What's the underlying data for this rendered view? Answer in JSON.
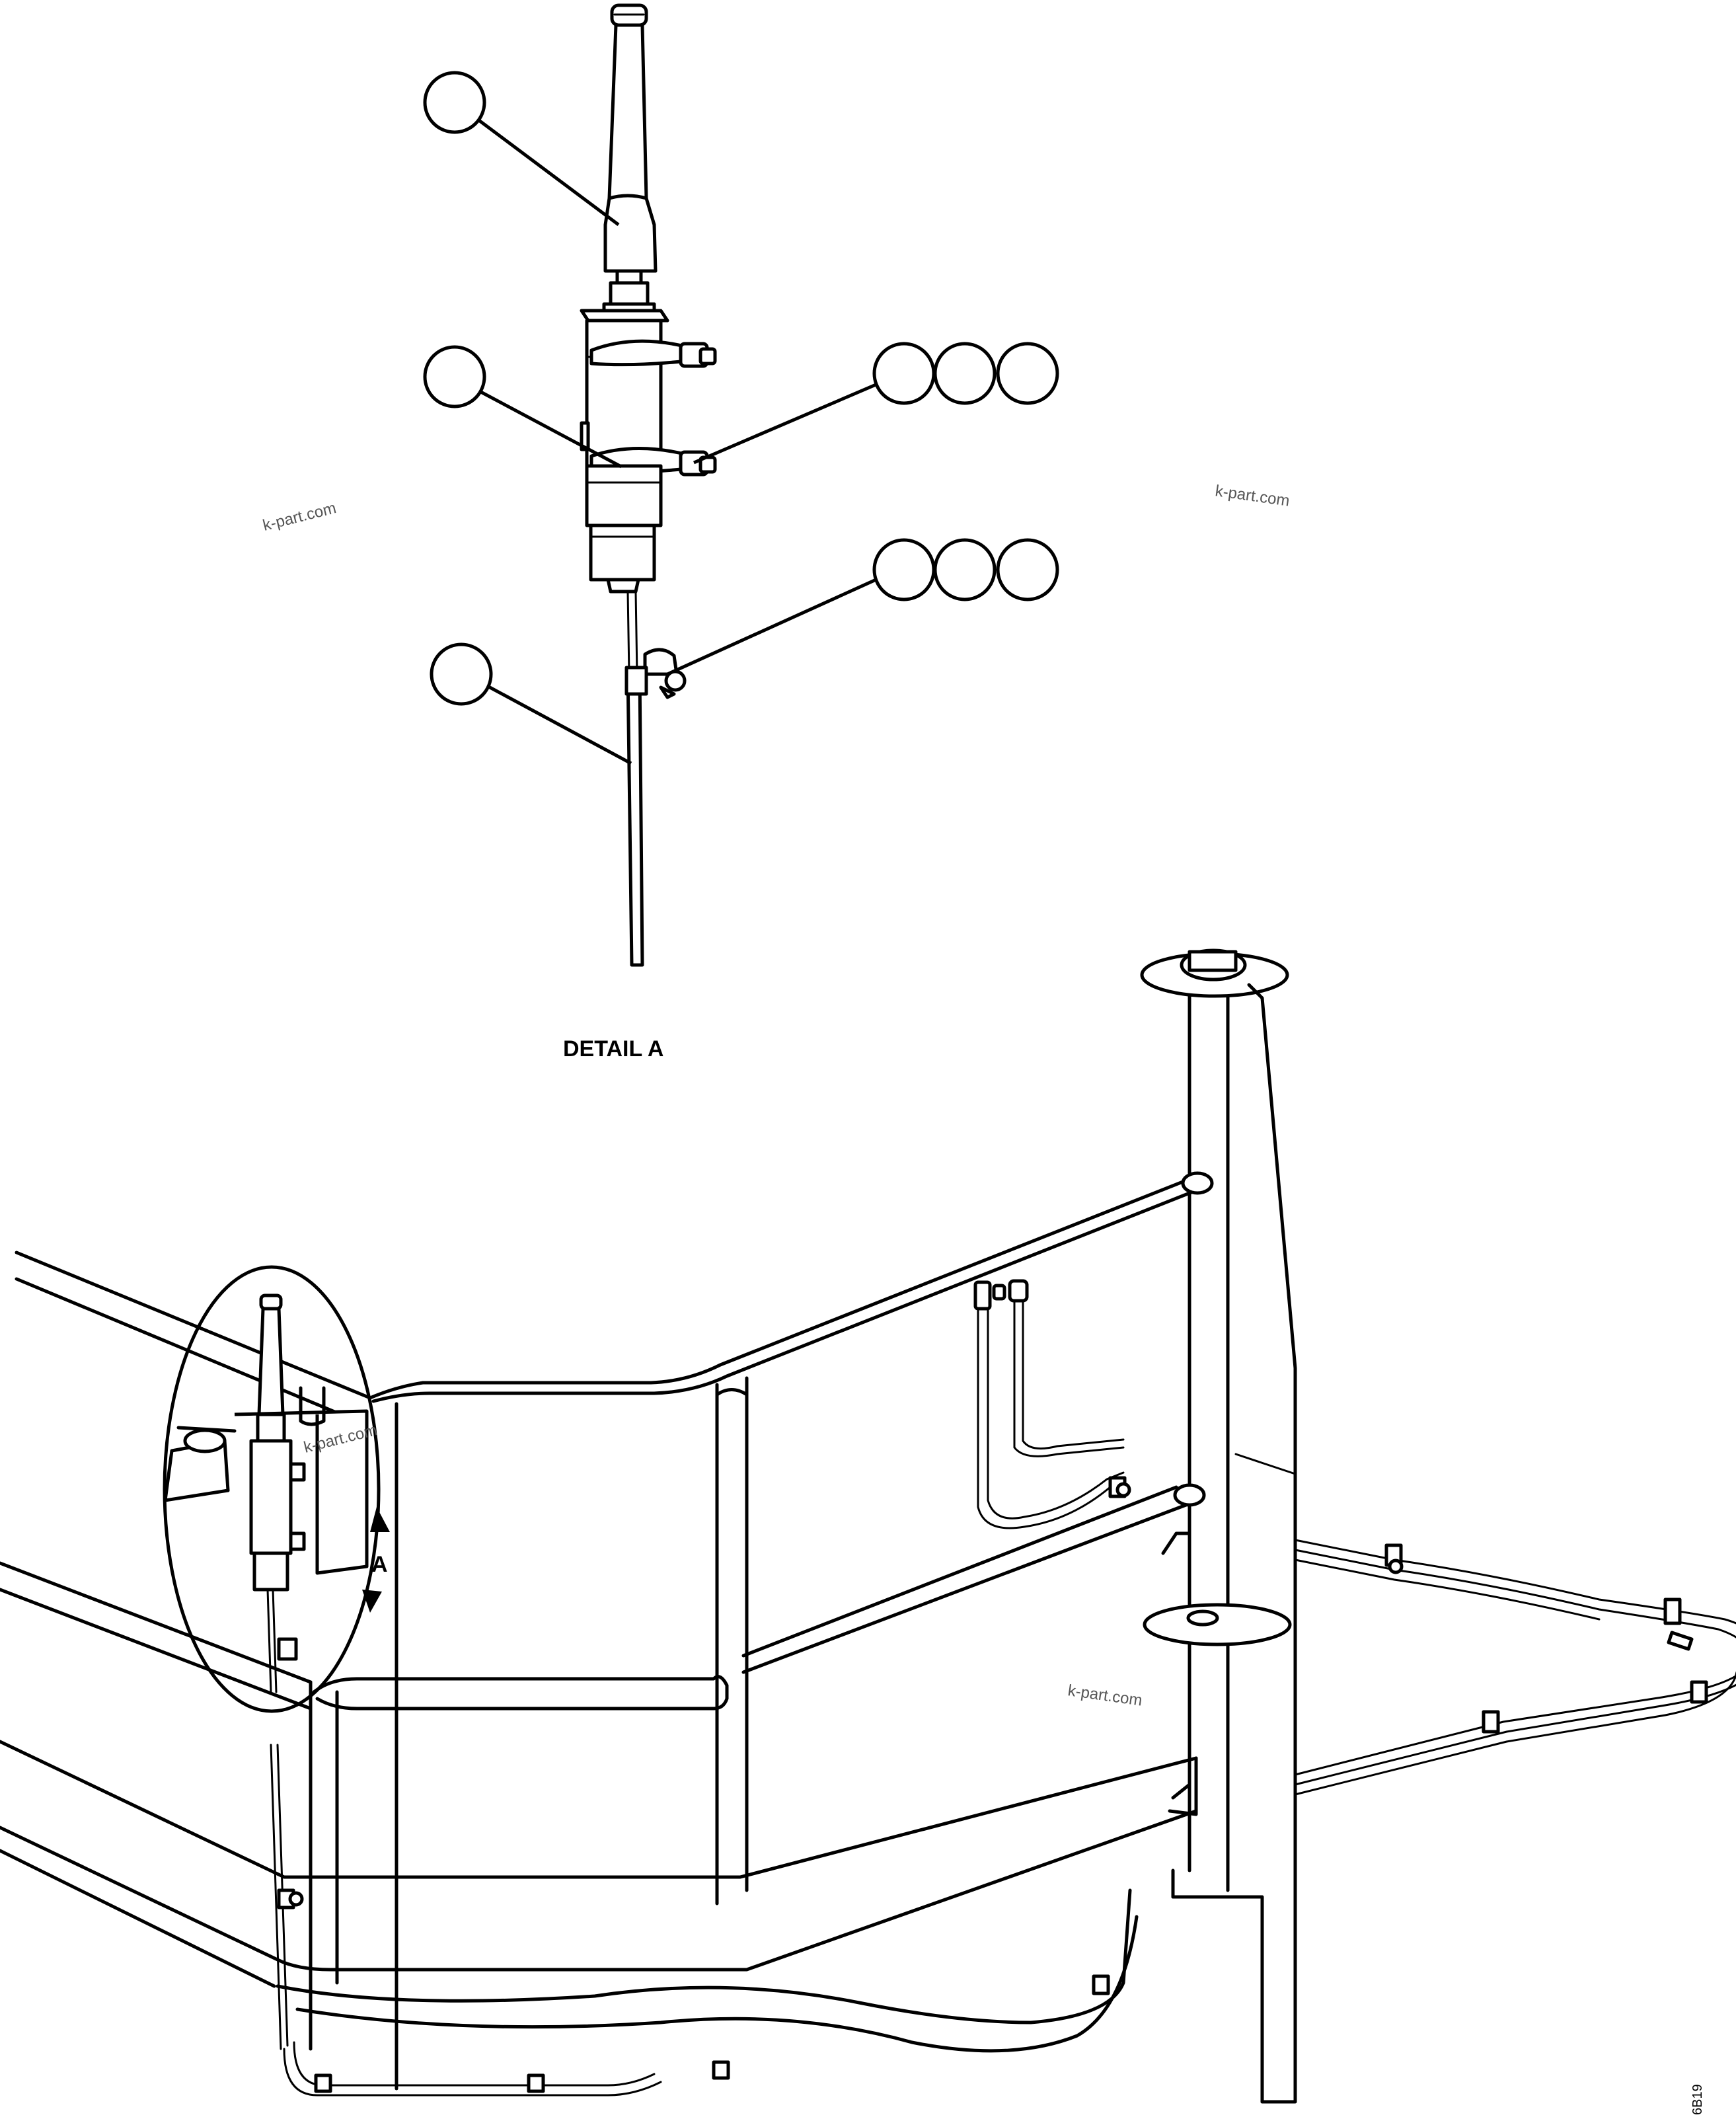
{
  "detail_label": "DETAIL A",
  "view_marker": "A",
  "watermarks": [
    "k-part.com",
    "k-part.com",
    "k-part.com",
    "k-part.com"
  ],
  "figure_ref": "6B19",
  "callouts": [
    {
      "id": "antenna",
      "count": 1,
      "label": ""
    },
    {
      "id": "bracket",
      "count": 1,
      "label": ""
    },
    {
      "id": "bracket-hardware",
      "count": 3,
      "label": ""
    },
    {
      "id": "clip-hardware",
      "count": 3,
      "label": ""
    },
    {
      "id": "cable",
      "count": 1,
      "label": ""
    }
  ]
}
